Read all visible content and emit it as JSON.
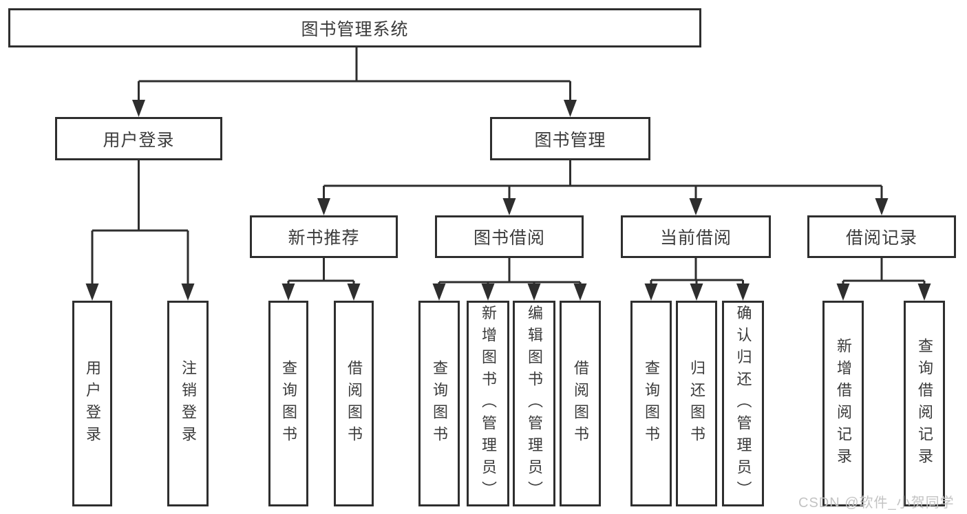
{
  "diagram": {
    "tree": {
      "id": "root",
      "label": "图书管理系统",
      "children": [
        {
          "id": "login",
          "label": "用户登录",
          "children": [
            {
              "id": "login-user",
              "label": "用户登录"
            },
            {
              "id": "login-logout",
              "label": "注销登录"
            }
          ]
        },
        {
          "id": "mgmt",
          "label": "图书管理",
          "children": [
            {
              "id": "rec",
              "label": "新书推荐",
              "children": [
                {
                  "id": "rec-query",
                  "label": "查询图书"
                },
                {
                  "id": "rec-borrow",
                  "label": "借阅图书"
                }
              ]
            },
            {
              "id": "borrow",
              "label": "图书借阅",
              "children": [
                {
                  "id": "borrow-query",
                  "label": "查询图书"
                },
                {
                  "id": "borrow-add",
                  "label": "新增图书（管理员）"
                },
                {
                  "id": "borrow-edit",
                  "label": "编辑图书（管理员）"
                },
                {
                  "id": "borrow-borrow",
                  "label": "借阅图书"
                }
              ]
            },
            {
              "id": "current",
              "label": "当前借阅",
              "children": [
                {
                  "id": "current-query",
                  "label": "查询图书"
                },
                {
                  "id": "current-return",
                  "label": "归还图书"
                },
                {
                  "id": "current-confirm",
                  "label": "确认归还（管理员）"
                }
              ]
            },
            {
              "id": "records",
              "label": "借阅记录",
              "children": [
                {
                  "id": "records-add",
                  "label": "新增借阅记录"
                },
                {
                  "id": "records-query",
                  "label": "查询借阅记录"
                }
              ]
            }
          ]
        }
      ]
    },
    "colors": {
      "line": "#2e2e2e",
      "text": "#3b3b3b",
      "background": "#ffffff"
    }
  },
  "watermark": {
    "text": "CSDN @软件_小贺同学",
    "color": "#c3c3c3"
  }
}
